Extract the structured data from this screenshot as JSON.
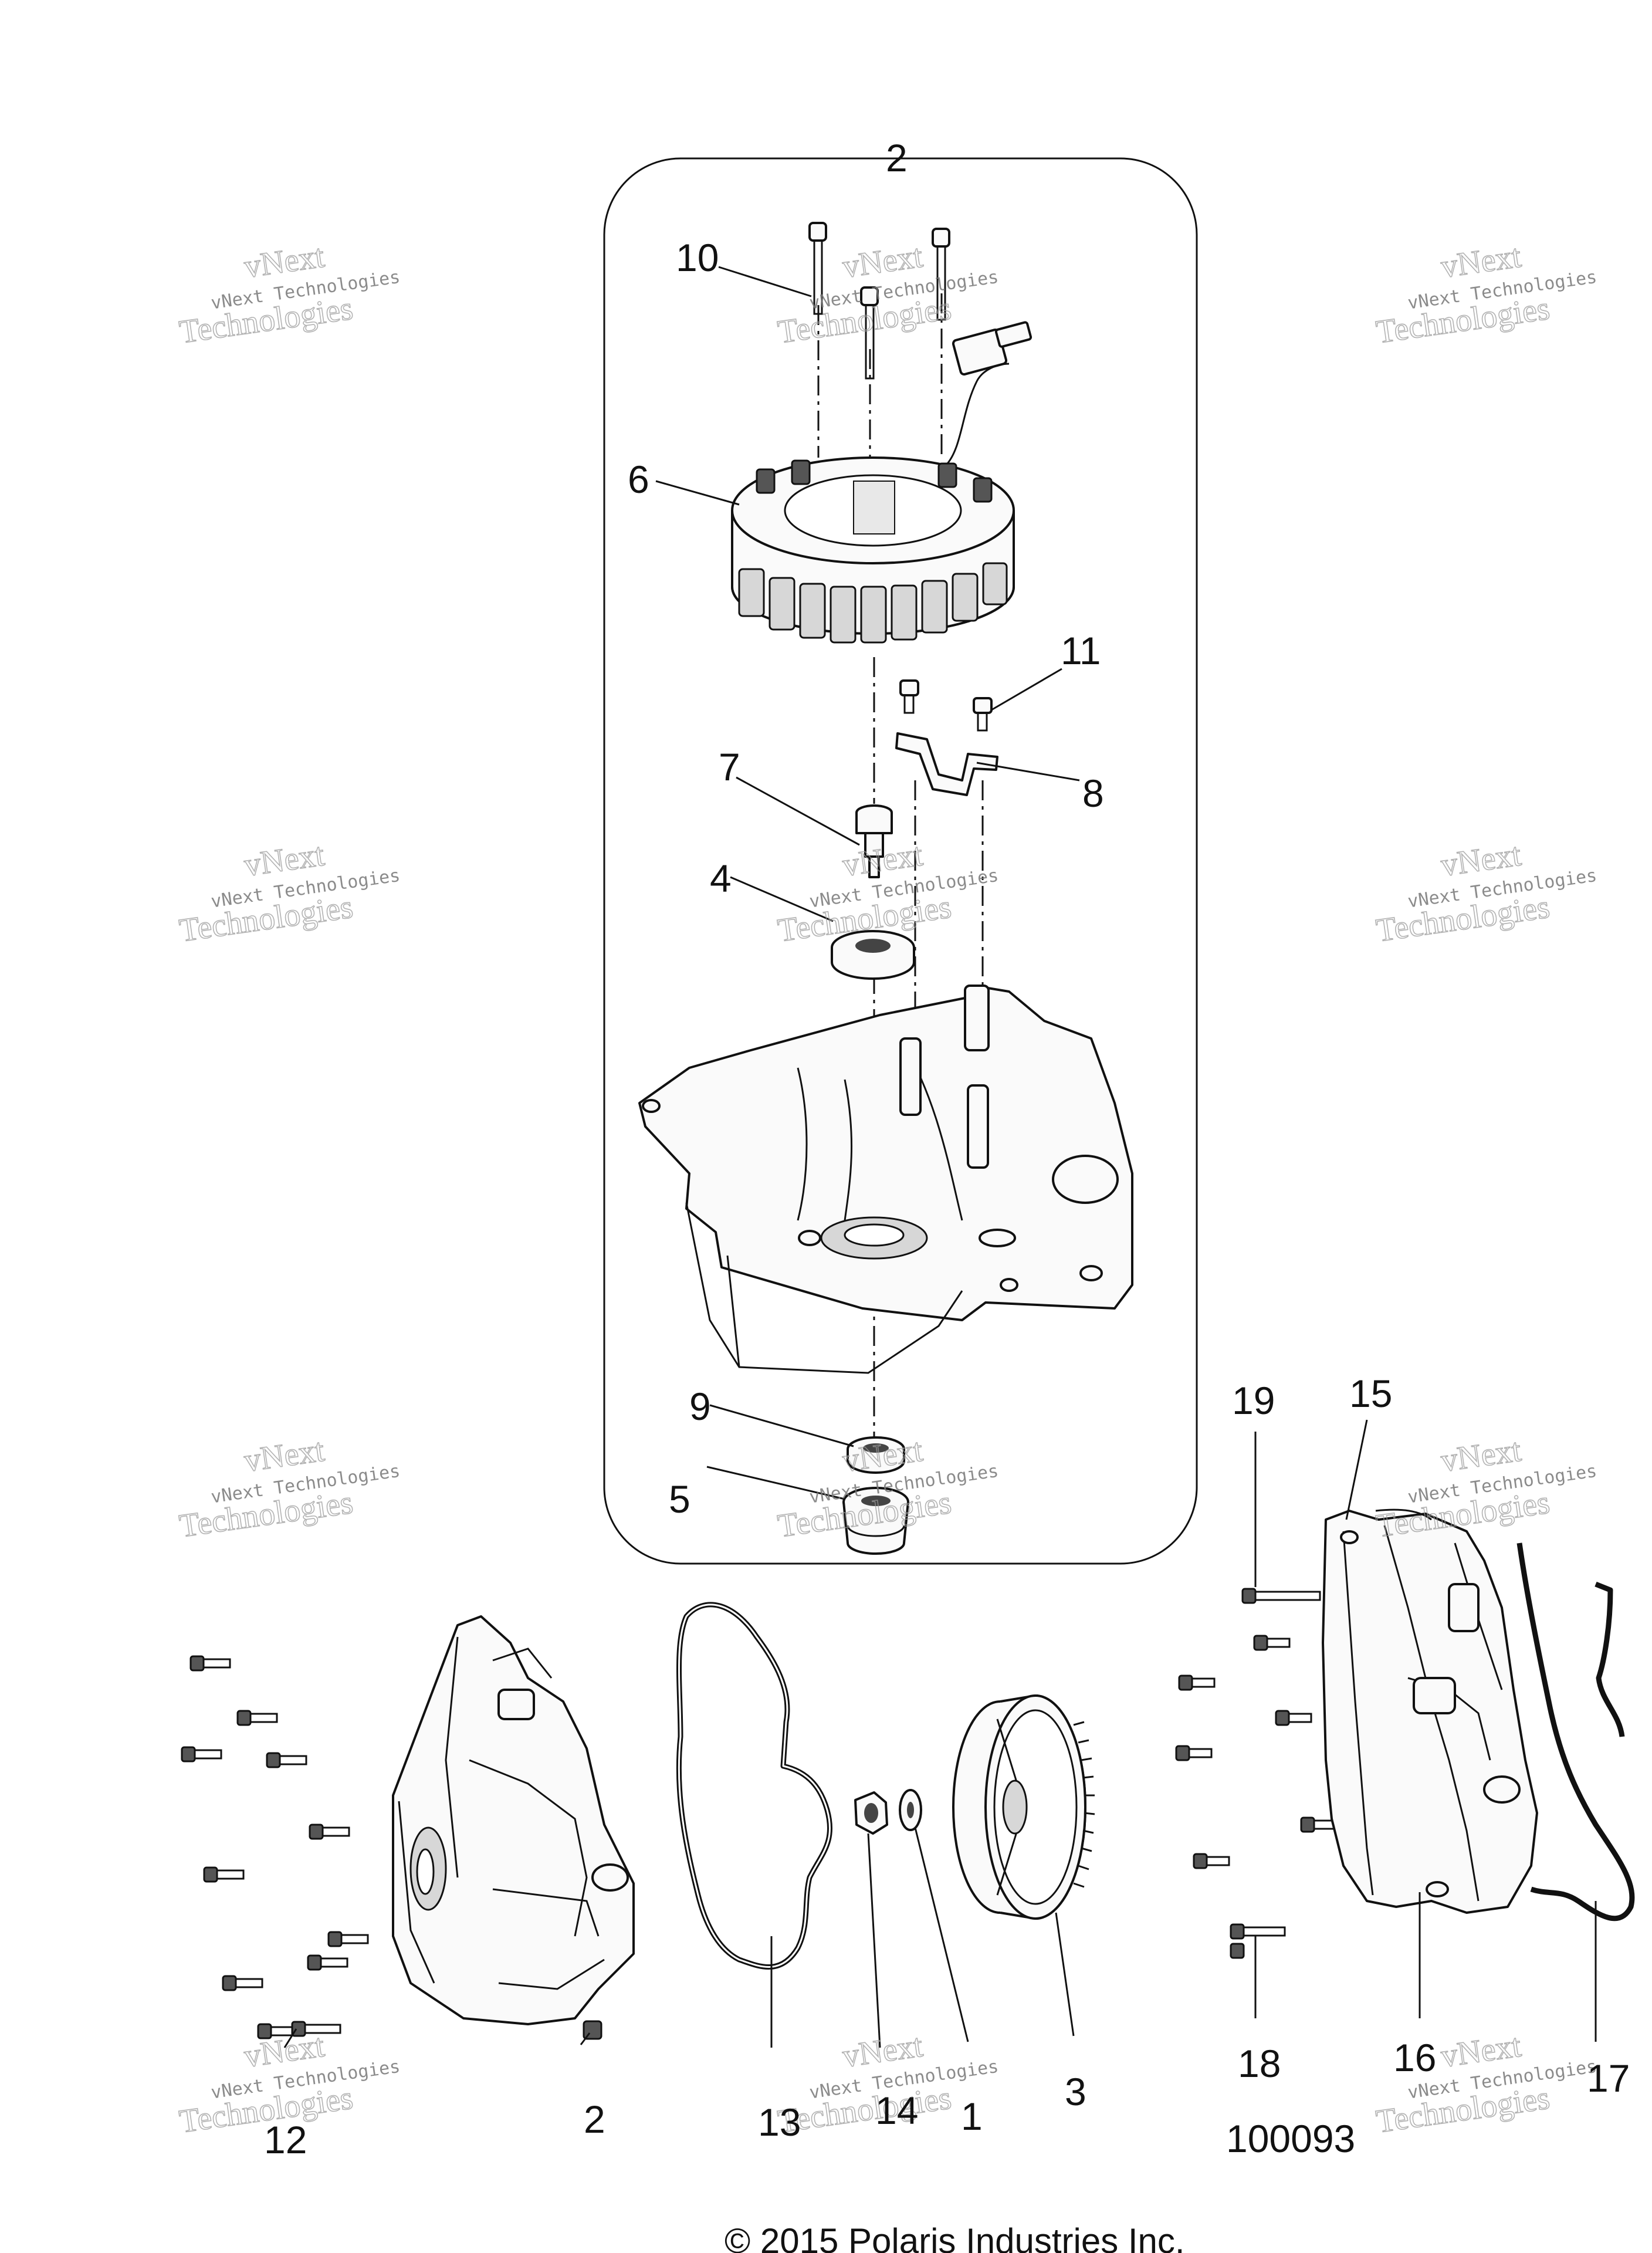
{
  "diagram": {
    "callouts": {
      "c2_top": "2",
      "c10": "10",
      "c6": "6",
      "c11": "11",
      "c7": "7",
      "c8": "8",
      "c4": "4",
      "c9": "9",
      "c5": "5",
      "c19": "19",
      "c15": "15",
      "c12": "12",
      "c2_bottom": "2",
      "c13": "13",
      "c14": "14",
      "c1": "1",
      "c3": "3",
      "c18": "18",
      "c16": "16",
      "c17": "17"
    },
    "drawing_number": "100093",
    "copyright": "© 2015 Polaris Industries Inc.",
    "watermark": {
      "line1": "vNext Technologies",
      "line2": "Technologies",
      "line3": "vNext"
    }
  }
}
